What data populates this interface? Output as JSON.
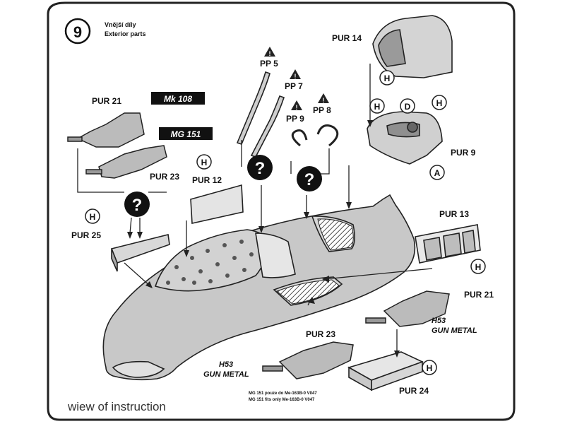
{
  "step": {
    "number": "9",
    "title_cz": "Vnější díly",
    "title_en": "Exterior parts"
  },
  "parts": {
    "pur21_top": "PUR 21",
    "pur23_top": "PUR 23",
    "pur12": "PUR 12",
    "pur25": "PUR 25",
    "pur14": "PUR 14",
    "pur9": "PUR 9",
    "pp5": "PP 5",
    "pp7": "PP 7",
    "pp9": "PP 9",
    "pp8": "PP 8",
    "pur13": "PUR 13",
    "pur21_bottom": "PUR 21",
    "pur23_bottom": "PUR 23",
    "pur24": "PUR 24"
  },
  "weapons": {
    "mk108": "Mk 108",
    "mg151": "MG 151"
  },
  "metal_notes": {
    "right_line1": "H53",
    "right_line2": "GUN METAL",
    "bottom_line1": "H53",
    "bottom_line2": "GUN METAL"
  },
  "markers": {
    "h": "H",
    "d": "D",
    "a": "A",
    "question": "?",
    "warning": "!"
  },
  "footnotes": {
    "line1": "MG 151 pouze do Me-163B-0 V047",
    "line2": "MG 151 fits only Me-163B-0 V047"
  },
  "caption": "wiew of instruction"
}
